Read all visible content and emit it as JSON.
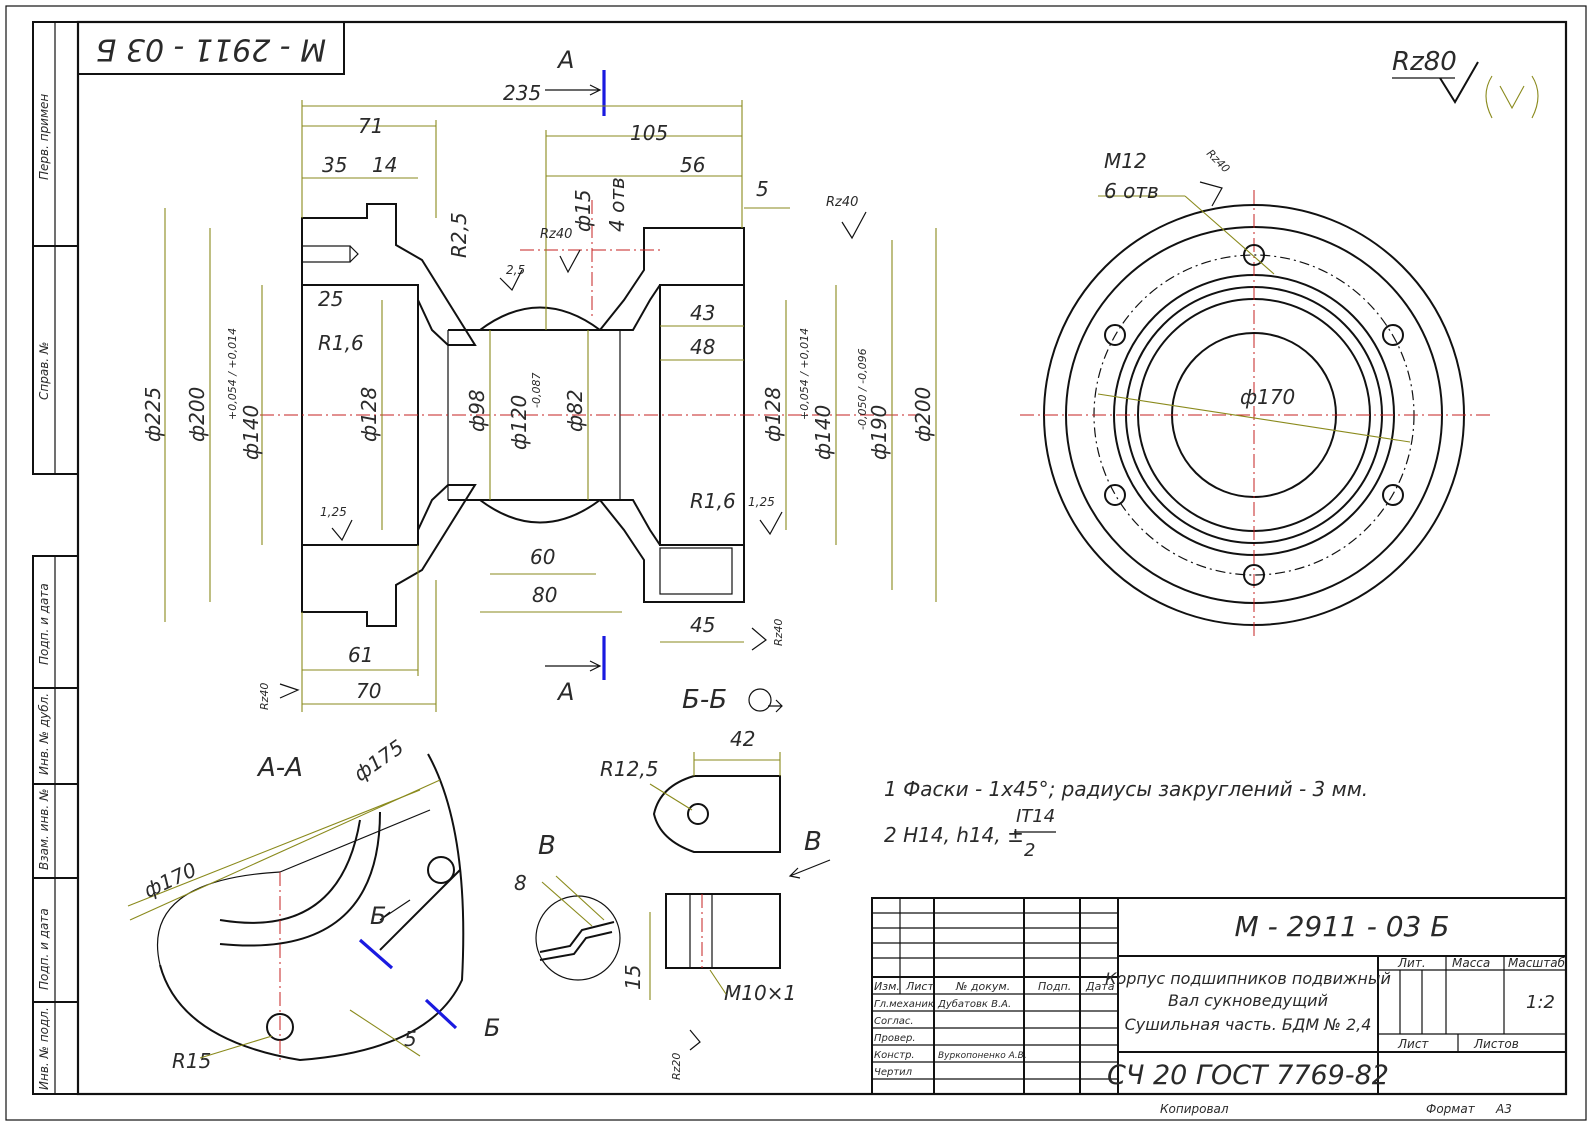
{
  "frame": {
    "doc_code_top": "М - 2911 - 03 Б",
    "roughness_general": "Rz80",
    "side_labels": [
      "Перв. примен",
      "Справ. №",
      "Подп. и дата",
      "Инв. № дубл.",
      "Взам. инв. №",
      "Подп. и дата",
      "Инв. № подл."
    ]
  },
  "main_view": {
    "section_marks": {
      "top": "А",
      "bottom": "А"
    },
    "dims": {
      "d235": "235",
      "d71": "71",
      "d105": "105",
      "d35": "35",
      "d14": "14",
      "d56": "56",
      "d5": "5",
      "d15": "ф15",
      "holes4": "4 отв",
      "r25": "R2,5",
      "d25": "25",
      "r16a": "R1,6",
      "d43": "43",
      "d48": "48",
      "d60": "60",
      "d80": "80",
      "d45": "45",
      "d61": "61",
      "d70": "70",
      "r16b": "R1,6",
      "d225": "ф225",
      "d200a": "ф200",
      "d140a": "ф140",
      "tol140a": "+0,054 / +0,014",
      "d128a": "ф128",
      "d98": "ф98",
      "d120": "ф120",
      "tol120": "-0,087",
      "d82": "ф82",
      "d128b": "ф128",
      "d140b": "ф140",
      "tol140b": "+0,054 / +0,014",
      "d190": "ф190",
      "tol190": "-0,050 / -0,096",
      "d200b": "ф200",
      "rz40a": "Rz40",
      "rz40b": "Rz40",
      "rz40c": "Rz40",
      "rz40d": "Rz40",
      "ra125a": "1,25",
      "ra125b": "1,25",
      "ra25": "2,5"
    }
  },
  "end_view": {
    "thread": "M12",
    "holes": "6 отв",
    "rz": "Rz40",
    "circle_dia": "ф170"
  },
  "section_aa": {
    "title": "А-А",
    "d175": "ф175",
    "d170": "ф170",
    "r15": "R15",
    "d5": "5",
    "cut_mark": "Б"
  },
  "section_bb": {
    "title": "Б-Б",
    "d42": "42",
    "r125": "R12,5",
    "view_mark": "В"
  },
  "detail_v": {
    "title": "В",
    "d8": "8"
  },
  "detail_thread": {
    "d15": "15",
    "thread": "M10×1",
    "rz": "Rz20"
  },
  "notes": {
    "line1": "1 Фаски - 1х45°; радиусы закруглений - 3 мм.",
    "line2_prefix": "2 H14, h14, ±",
    "line2_num": "IT14",
    "line2_den": "2"
  },
  "title_block": {
    "code": "М - 2911 - 03 Б",
    "name1": "Корпус подшипников подвижный",
    "name2": "Вал сукноведущий",
    "name3": "Сушильная часть. БДМ № 2,4",
    "material": "СЧ 20 ГОСТ 7769-82",
    "col_izm": "Изм.",
    "col_list": "Лист",
    "col_doc": "№ докум.",
    "col_podp": "Подп.",
    "col_date": "Дата",
    "role1": "Гл.механик",
    "name_role1": "Дубатовк В.А.",
    "role2": "Соглас.",
    "role3": "Провер.",
    "role4": "Констр.",
    "name_role4": "Вуркопоненко А.В.",
    "role5": "Чертил",
    "lit": "Лит.",
    "massa": "Масса",
    "masshtab": "Масштаб",
    "scale": "1:2",
    "list": "Лист",
    "listov": "Листов",
    "kopiroval": "Копировал",
    "format": "Формат",
    "format_val": "А3"
  }
}
